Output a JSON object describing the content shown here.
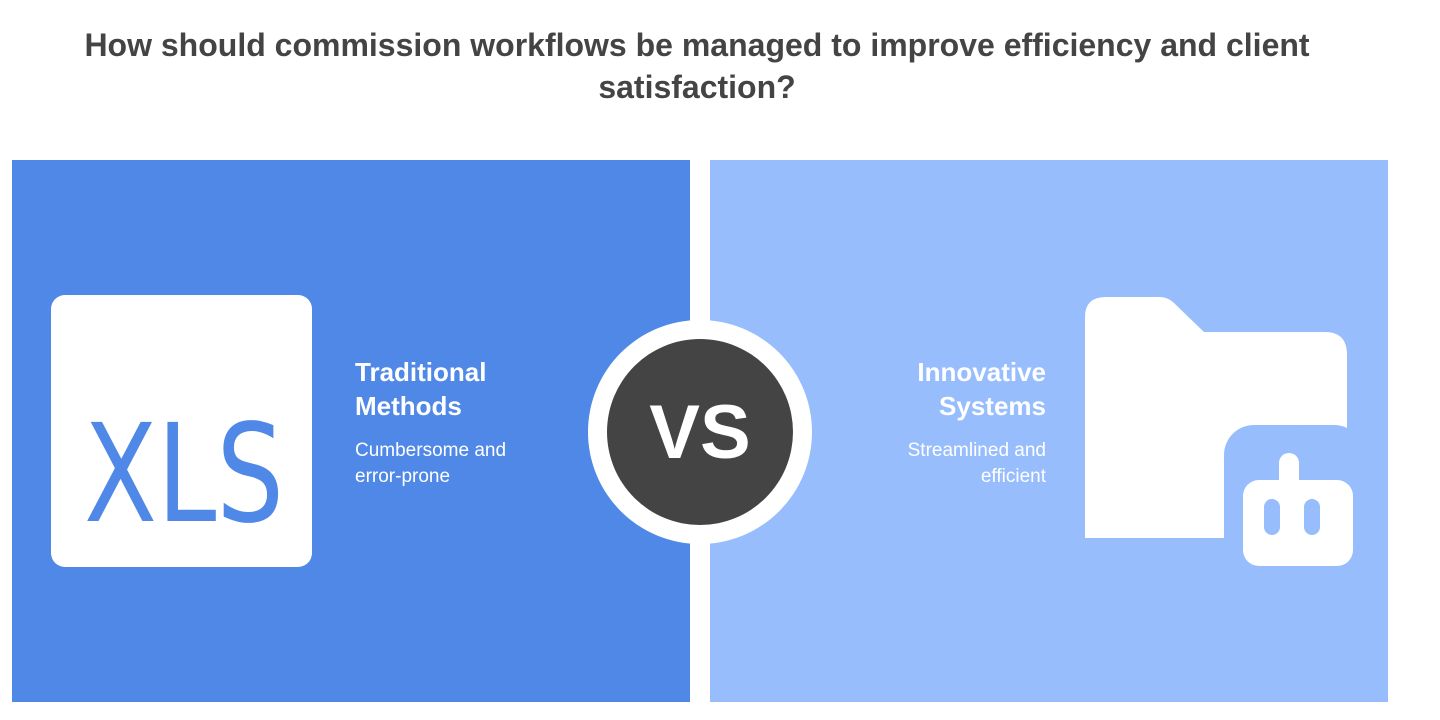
{
  "title": "How should commission workflows be managed to improve efficiency and client satisfaction?",
  "left": {
    "heading": "Traditional Methods",
    "description": "Cumbersome and error-prone",
    "icon": "xls-file-icon",
    "icon_text": "XLS"
  },
  "right": {
    "heading": "Innovative Systems",
    "description": "Streamlined and efficient",
    "icon": "locked-folder-icon"
  },
  "vs_label": "VS",
  "colors": {
    "left": "#4f88e6",
    "right": "#97bdfd",
    "vs": "#444444",
    "title": "#444444"
  }
}
